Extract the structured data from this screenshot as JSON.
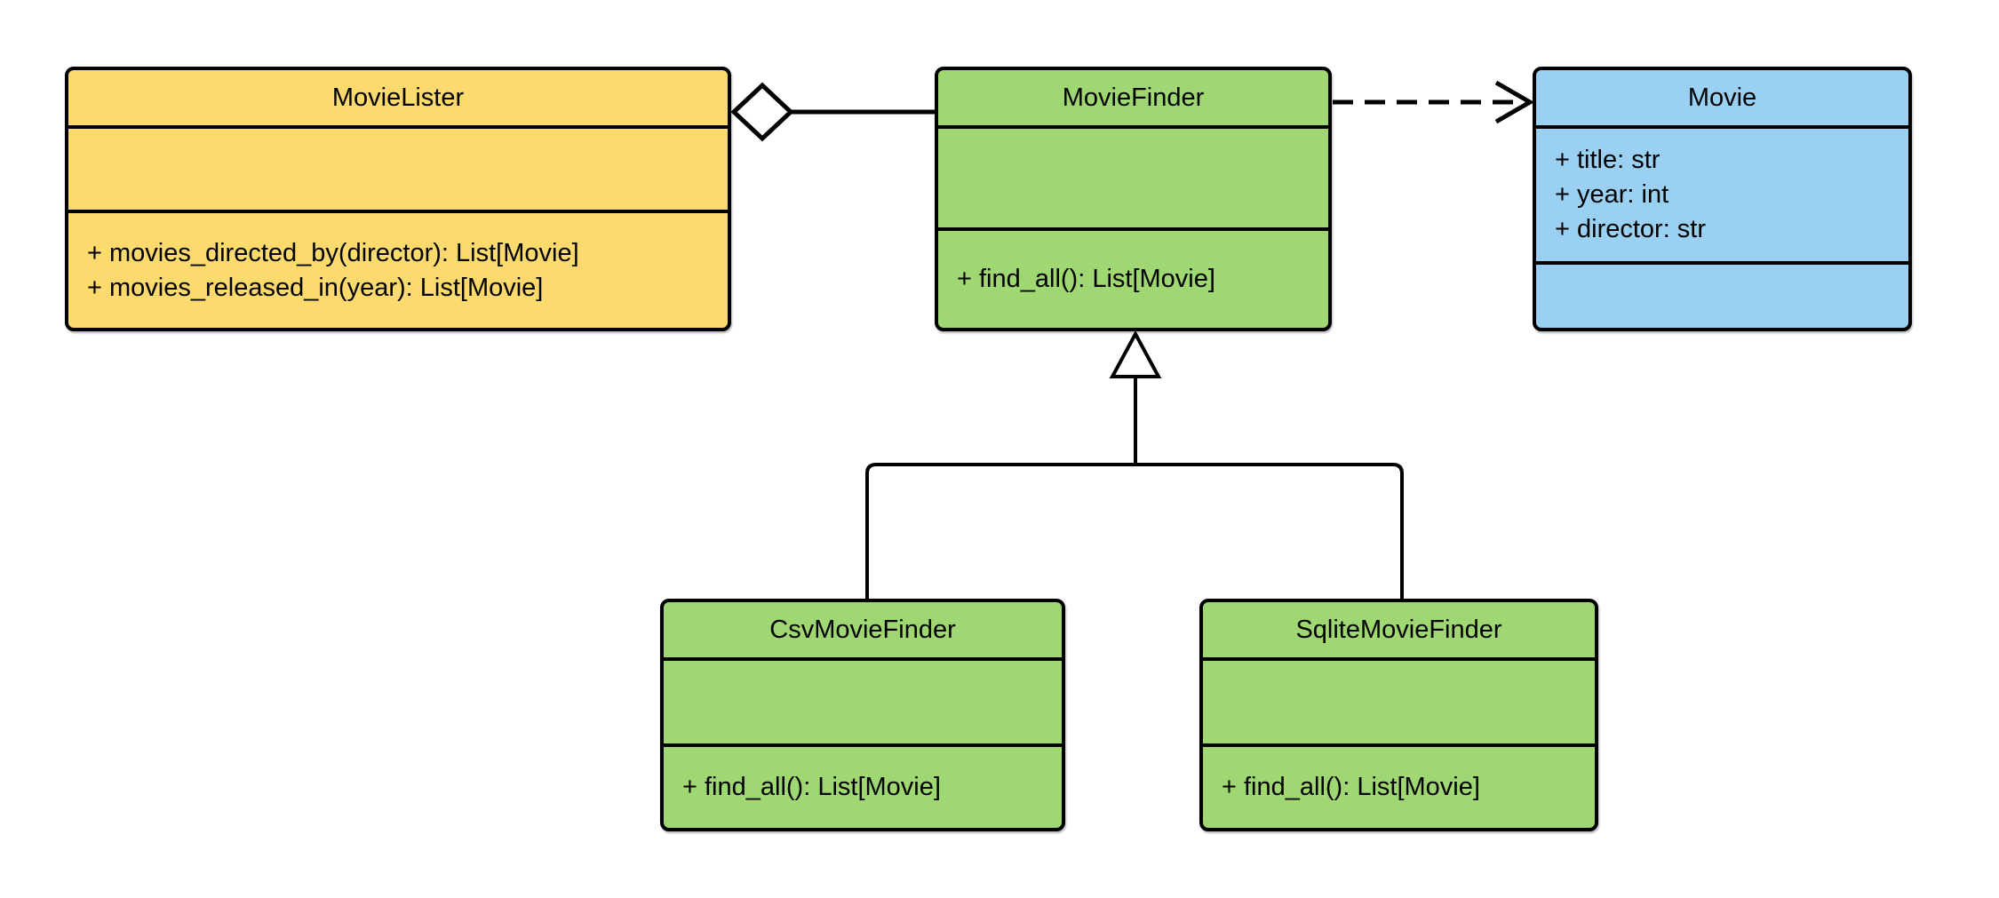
{
  "diagram": {
    "type": "uml-class-diagram",
    "colors": {
      "background": "#ffffff",
      "border": "#000000",
      "text": "#000000",
      "yellow": "#FCDA6E",
      "green": "#9FD873",
      "blue": "#9AD1F3"
    },
    "classes": [
      {
        "name": "MovieLister",
        "fill": "#FCDA6E",
        "attributes": [],
        "methods": [
          "+ movies_directed_by(director): List[Movie]",
          "+ movies_released_in(year): List[Movie]"
        ]
      },
      {
        "name": "MovieFinder",
        "fill": "#9FD873",
        "attributes": [],
        "methods": [
          "+ find_all(): List[Movie]"
        ]
      },
      {
        "name": "Movie",
        "fill": "#9AD1F3",
        "attributes": [
          "+ title: str",
          "+ year: int",
          "+ director: str"
        ],
        "methods": []
      },
      {
        "name": "CsvMovieFinder",
        "fill": "#9FD873",
        "attributes": [],
        "methods": [
          "+ find_all(): List[Movie]"
        ]
      },
      {
        "name": "SqliteMovieFinder",
        "fill": "#9FD873",
        "attributes": [],
        "methods": [
          "+ find_all(): List[Movie]"
        ]
      }
    ],
    "relationships": [
      {
        "type": "aggregation",
        "from": "MovieLister",
        "to": "MovieFinder",
        "marker": "hollow-diamond"
      },
      {
        "type": "dependency",
        "from": "MovieFinder",
        "to": "Movie",
        "marker": "open-arrow",
        "line": "dashed"
      },
      {
        "type": "inheritance",
        "from": "CsvMovieFinder",
        "to": "MovieFinder",
        "marker": "hollow-triangle"
      },
      {
        "type": "inheritance",
        "from": "SqliteMovieFinder",
        "to": "MovieFinder",
        "marker": "hollow-triangle"
      }
    ]
  }
}
